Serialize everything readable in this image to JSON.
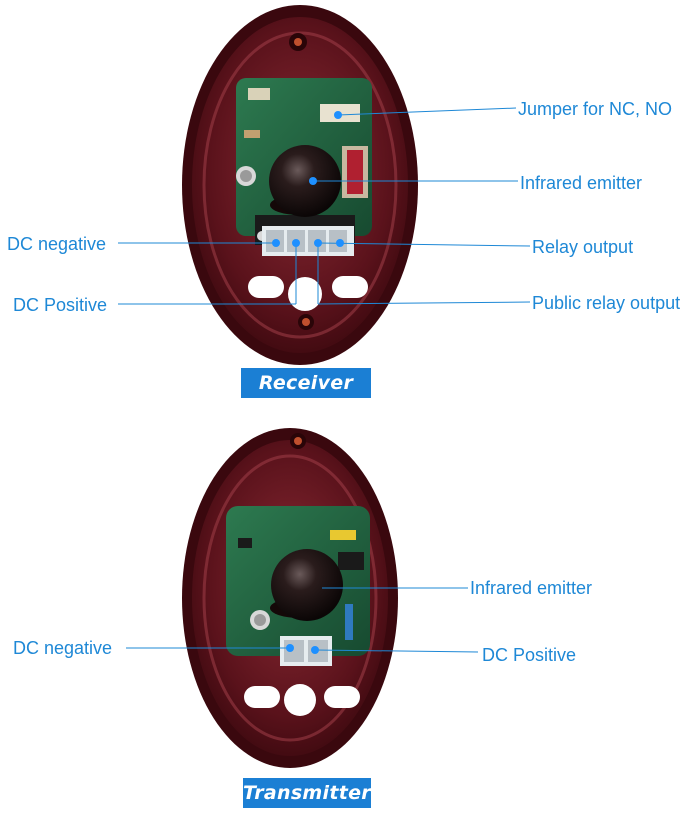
{
  "receiver": {
    "title": "Receiver",
    "labels": {
      "jumper": "Jumper for NC, NO",
      "emitter": "Infrared emitter",
      "dc_negative": "DC negative",
      "relay_output": "Relay output",
      "dc_positive": "DC Positive",
      "public_relay_output": "Public relay output"
    }
  },
  "transmitter": {
    "title": "Transmitter",
    "labels": {
      "emitter": "Infrared emitter",
      "dc_negative": "DC negative",
      "dc_positive": "DC Positive"
    }
  },
  "colors": {
    "accent": "#1b7fd4",
    "label_text": "#1e88d6",
    "housing": "#5a0f17",
    "board": "#1f5a3a",
    "point": "#1e90ff"
  }
}
